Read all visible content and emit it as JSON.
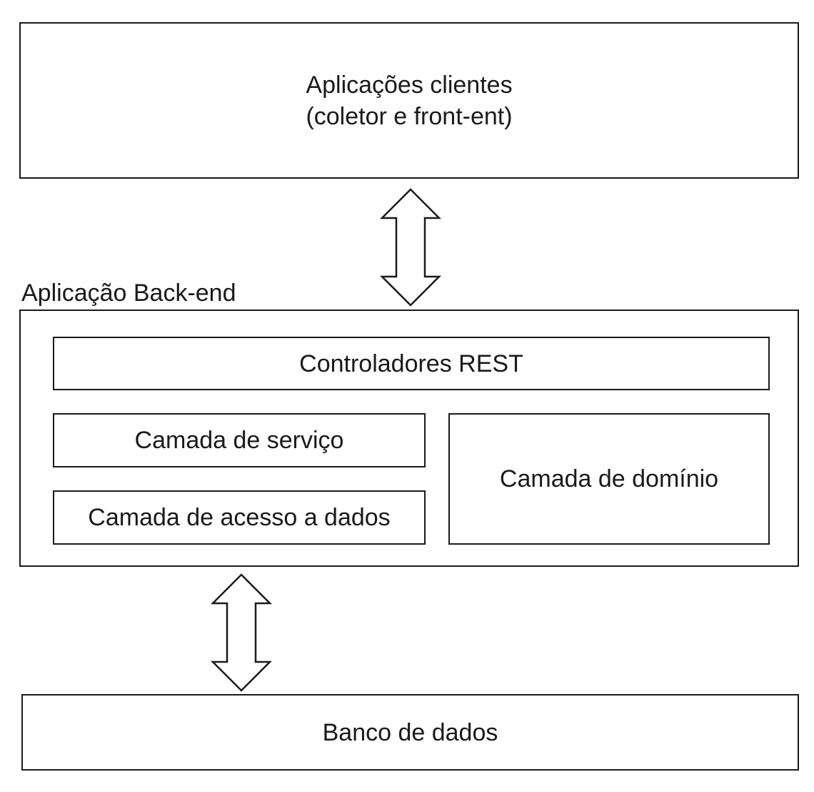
{
  "diagram": {
    "clients": {
      "line1": "Aplicações clientes",
      "line2": "(coletor e front-ent)"
    },
    "backend": {
      "label": "Aplicação Back-end",
      "rest": "Controladores REST",
      "service": "Camada de serviço",
      "data_access": "Camada de acesso a dados",
      "domain": "Camada de domínio"
    },
    "database": {
      "label": "Banco de dados"
    }
  }
}
